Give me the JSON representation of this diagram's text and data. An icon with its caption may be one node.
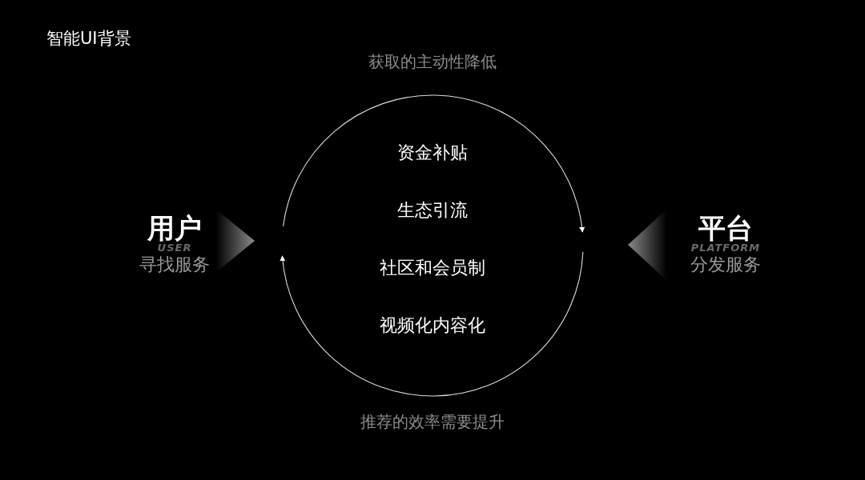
{
  "diagram": {
    "title": "智能UI背景",
    "nodes": [
      {
        "text": [
          "用户",
          "USER",
          "寻找服务"
        ]
      },
      {
        "text": [
          "平台",
          "PLATFORM",
          "分发服务"
        ]
      }
    ],
    "edges": [
      {
        "from": 0,
        "to": 1,
        "arrow": "to"
      },
      {
        "from": 1,
        "to": 0,
        "arrow": "to"
      }
    ],
    "labels": [
      "获取的主动性降低",
      "资金补贴",
      "生态引流",
      "社区和会员制",
      "视频化内容化",
      "推荐的效率需要提升"
    ]
  }
}
